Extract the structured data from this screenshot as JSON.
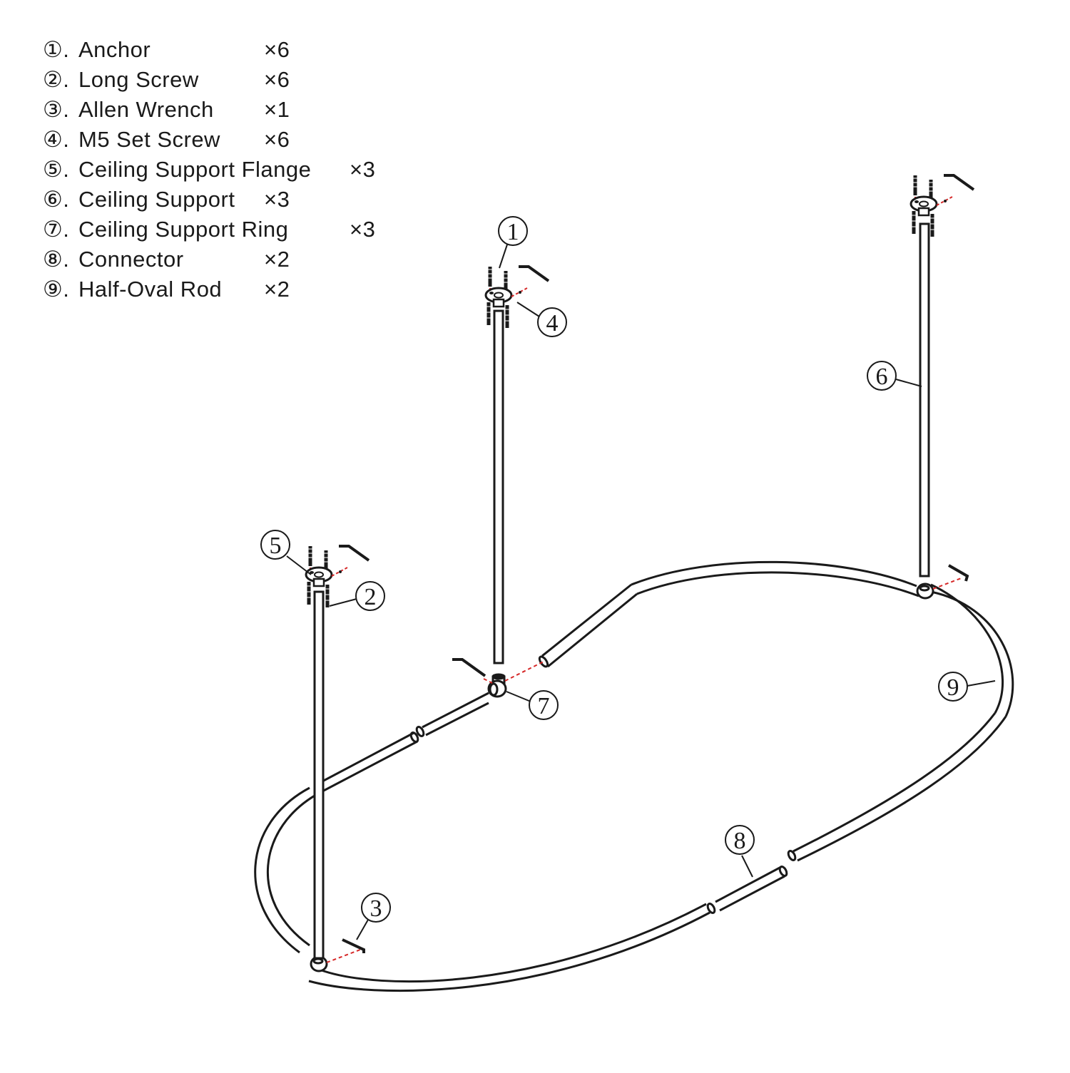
{
  "parts": [
    {
      "num": "①.",
      "name": "Anchor",
      "qty": "×6"
    },
    {
      "num": "②.",
      "name": "Long Screw",
      "qty": "×6"
    },
    {
      "num": "③.",
      "name": "Allen Wrench",
      "qty": "×1"
    },
    {
      "num": "④.",
      "name": "M5 Set Screw",
      "qty": "×6"
    },
    {
      "num": "⑤.",
      "name": "Ceiling Support Flange",
      "qty": "×3"
    },
    {
      "num": "⑥.",
      "name": "Ceiling Support",
      "qty": "×3"
    },
    {
      "num": "⑦.",
      "name": "Ceiling Support Ring",
      "qty": "×3"
    },
    {
      "num": "⑧.",
      "name": "Connector",
      "qty": "×2"
    },
    {
      "num": "⑨.",
      "name": "Half-Oval Rod",
      "qty": "×2"
    }
  ],
  "callouts": {
    "c1": "1",
    "c2": "2",
    "c3": "3",
    "c4": "4",
    "c5": "5",
    "c6": "6",
    "c7": "7",
    "c8": "8",
    "c9": "9"
  },
  "colors": {
    "line": "#1a1a1a",
    "guide": "#d62828"
  }
}
